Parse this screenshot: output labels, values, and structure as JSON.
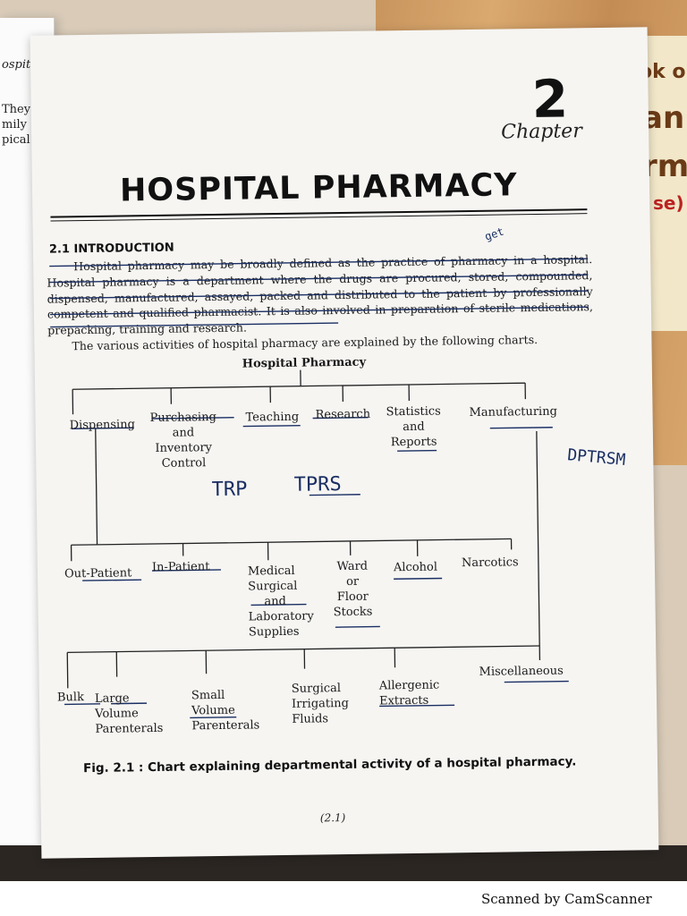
{
  "background": {
    "left_page_lines": [
      "ospital",
      "They",
      "mily",
      "pical"
    ],
    "book_fragments": [
      "ok o",
      "an",
      "rm",
      "se)"
    ]
  },
  "chapter": {
    "number": "2",
    "label": "Chapter"
  },
  "title": "HOSPITAL PHARMACY",
  "section": {
    "heading": "2.1 INTRODUCTION",
    "paragraph": "Hospital pharmacy may be broadly defined as the practice of pharmacy in a hospital. Hospital pharmacy is a department where the drugs are procured, stored, compounded, dispensed, manufactured, assayed, packed and distributed to the patient by professionally competent and qualified pharmacist. It is also involved in preparation of sterile medications, prepacking, training and research.",
    "lead": "The various activities of hospital pharmacy are explained by the following charts."
  },
  "chart_data": {
    "type": "tree",
    "root": "Hospital Pharmacy",
    "level1": [
      "Dispensing",
      "Purchasing and Inventory Control",
      "Teaching",
      "Research",
      "Statistics and Reports",
      "Manufacturing"
    ],
    "dispensing_children": [
      "Out-Patient",
      "In-Patient",
      "Medical Surgical and Laboratory Supplies",
      "Ward or Floor Stocks",
      "Alcohol",
      "Narcotics"
    ],
    "manufacturing_children": [
      "Bulk",
      "Large Volume Parenterals",
      "Small Volume Parenterals",
      "Surgical Irrigating Fluids",
      "Allergenic Extracts",
      "Miscellaneous"
    ]
  },
  "nodes": {
    "root": "Hospital Pharmacy",
    "dispensing": "Dispensing",
    "purchasing": [
      "Purchasing",
      "and",
      "Inventory",
      "Control"
    ],
    "teaching": "Teaching",
    "research": "Research",
    "statistics": [
      "Statistics",
      "and",
      "Reports"
    ],
    "manufacturing": "Manufacturing",
    "outpatient": "Out-Patient",
    "inpatient": "In-Patient",
    "medical": [
      "Medical",
      "Surgical",
      "and",
      "Laboratory",
      "Supplies"
    ],
    "ward": [
      "Ward",
      "or",
      "Floor",
      "Stocks"
    ],
    "alcohol": "Alcohol",
    "narcotics": "Narcotics",
    "bulk": "Bulk",
    "lvp": [
      "Large",
      "Volume",
      "Parenterals"
    ],
    "svp": [
      "Small",
      "Volume",
      "Parenterals"
    ],
    "surgical": [
      "Surgical",
      "Irrigating",
      "Fluids"
    ],
    "allergenic": [
      "Allergenic",
      "Extracts"
    ],
    "misc": "Miscellaneous"
  },
  "handwriting": {
    "note_get": "get",
    "note_trp": "TRP",
    "note_tprs": "TPRS",
    "note_dptrsm": "DPTRSM"
  },
  "caption": "Fig. 2.1 : Chart explaining departmental activity of a hospital pharmacy.",
  "page_number": "(2.1)",
  "footer": "Scanned by CamScanner",
  "colors": {
    "ink": "#1b2f63",
    "paper": "#f6f5f2",
    "print": "#1a1a1a"
  }
}
